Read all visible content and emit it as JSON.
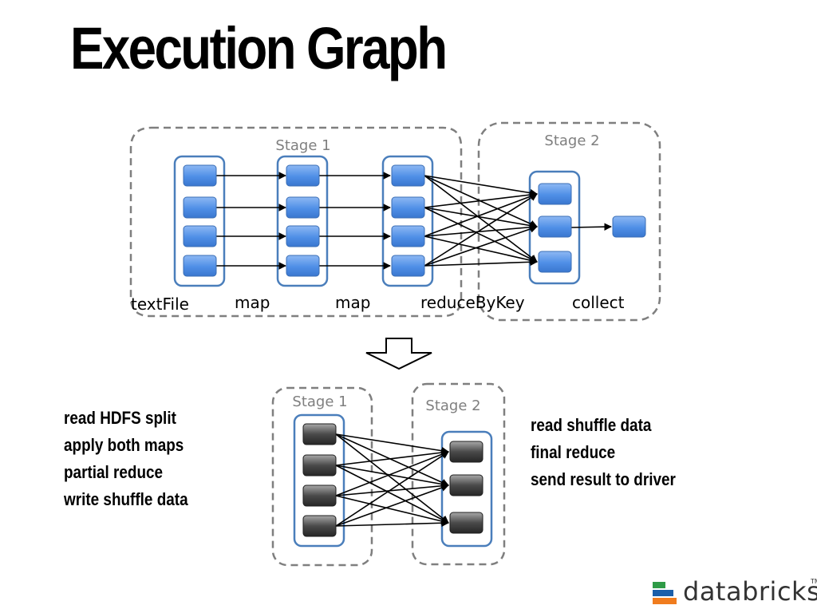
{
  "title": "Execution Graph",
  "top_graph": {
    "stage1_label": "Stage 1",
    "stage2_label": "Stage 2",
    "op_labels": [
      "textFile",
      "map",
      "map",
      "reduceByKey",
      "collect"
    ]
  },
  "bottom_graph": {
    "stage1_label": "Stage 1",
    "stage2_label": "Stage 2"
  },
  "left_notes": [
    "read HDFS split",
    "apply both maps",
    "partial reduce",
    "write shuffle data"
  ],
  "right_notes": [
    "read shuffle data",
    "final reduce",
    "send result to driver"
  ],
  "logo": {
    "text": "databricks",
    "tm": "TM",
    "colors": [
      "#2E9B47",
      "#1B5FAA",
      "#F07C1E"
    ]
  },
  "colors": {
    "task_blue": "#4F8FE6",
    "task_gray": "#3E3E3E",
    "container_border": "#4A7EBB",
    "dashed_border": "#7F7F7F",
    "stage_label": "#7F7F7F"
  }
}
